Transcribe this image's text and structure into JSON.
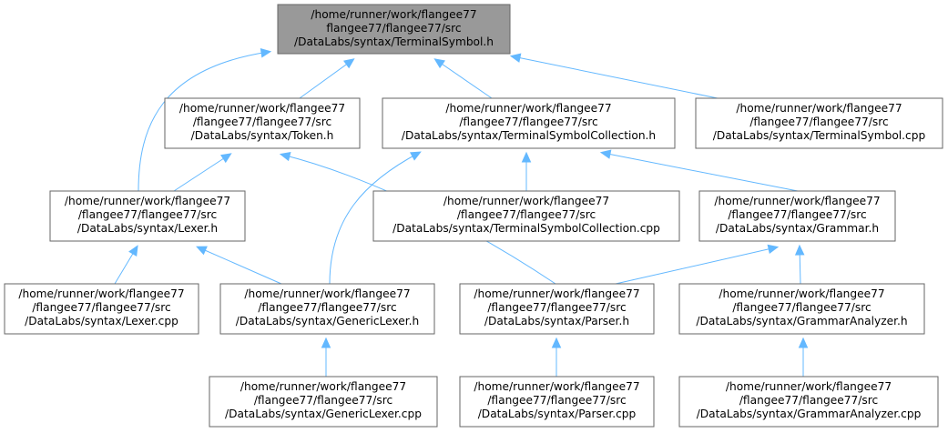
{
  "diagram": {
    "type": "include-dependency-graph",
    "colors": {
      "root_fill": "#999999",
      "node_fill": "#ffffff",
      "node_border": "#666666",
      "edge": "#63b8ff",
      "text": "#000000"
    },
    "nodes": [
      {
        "id": "terminal-symbol-h",
        "root": true,
        "lines": [
          "/home/runner/work/flangee77",
          "flangee77/flangee77/src",
          "/DataLabs/syntax/TerminalSymbol.h"
        ]
      },
      {
        "id": "token-h",
        "lines": [
          "/home/runner/work/flangee77",
          "/flangee77/flangee77/src",
          "/DataLabs/syntax/Token.h"
        ]
      },
      {
        "id": "terminal-symbol-collection-h",
        "lines": [
          "/home/runner/work/flangee77",
          "/flangee77/flangee77/src",
          "/DataLabs/syntax/TerminalSymbolCollection.h"
        ]
      },
      {
        "id": "terminal-symbol-cpp",
        "lines": [
          "/home/runner/work/flangee77",
          "/flangee77/flangee77/src",
          "/DataLabs/syntax/TerminalSymbol.cpp"
        ]
      },
      {
        "id": "lexer-h",
        "lines": [
          "/home/runner/work/flangee77",
          "/flangee77/flangee77/src",
          "/DataLabs/syntax/Lexer.h"
        ]
      },
      {
        "id": "terminal-symbol-collection-cpp",
        "lines": [
          "/home/runner/work/flangee77",
          "/flangee77/flangee77/src",
          "/DataLabs/syntax/TerminalSymbolCollection.cpp"
        ]
      },
      {
        "id": "grammar-h",
        "lines": [
          "/home/runner/work/flangee77",
          "/flangee77/flangee77/src",
          "/DataLabs/syntax/Grammar.h"
        ]
      },
      {
        "id": "lexer-cpp",
        "lines": [
          "/home/runner/work/flangee77",
          "/flangee77/flangee77/src",
          "/DataLabs/syntax/Lexer.cpp"
        ]
      },
      {
        "id": "generic-lexer-h",
        "lines": [
          "/home/runner/work/flangee77",
          "/flangee77/flangee77/src",
          "/DataLabs/syntax/GenericLexer.h"
        ]
      },
      {
        "id": "parser-h",
        "lines": [
          "/home/runner/work/flangee77",
          "/flangee77/flangee77/src",
          "/DataLabs/syntax/Parser.h"
        ]
      },
      {
        "id": "grammar-analyzer-h",
        "lines": [
          "/home/runner/work/flangee77",
          "/flangee77/flangee77/src",
          "/DataLabs/syntax/GrammarAnalyzer.h"
        ]
      },
      {
        "id": "generic-lexer-cpp",
        "lines": [
          "/home/runner/work/flangee77",
          "/flangee77/flangee77/src",
          "/DataLabs/syntax/GenericLexer.cpp"
        ]
      },
      {
        "id": "parser-cpp",
        "lines": [
          "/home/runner/work/flangee77",
          "/flangee77/flangee77/src",
          "/DataLabs/syntax/Parser.cpp"
        ]
      },
      {
        "id": "grammar-analyzer-cpp",
        "lines": [
          "/home/runner/work/flangee77",
          "/flangee77/flangee77/src",
          "/DataLabs/syntax/GrammarAnalyzer.cpp"
        ]
      }
    ],
    "edges": [
      {
        "from": "token-h",
        "to": "terminal-symbol-h"
      },
      {
        "from": "terminal-symbol-collection-h",
        "to": "terminal-symbol-h"
      },
      {
        "from": "terminal-symbol-cpp",
        "to": "terminal-symbol-h"
      },
      {
        "from": "lexer-h",
        "to": "terminal-symbol-h"
      },
      {
        "from": "lexer-h",
        "to": "token-h"
      },
      {
        "from": "parser-h",
        "to": "token-h"
      },
      {
        "from": "generic-lexer-h",
        "to": "terminal-symbol-collection-h"
      },
      {
        "from": "terminal-symbol-collection-cpp",
        "to": "terminal-symbol-collection-h"
      },
      {
        "from": "grammar-h",
        "to": "terminal-symbol-collection-h"
      },
      {
        "from": "lexer-cpp",
        "to": "lexer-h"
      },
      {
        "from": "generic-lexer-h",
        "to": "lexer-h"
      },
      {
        "from": "parser-h",
        "to": "grammar-h"
      },
      {
        "from": "grammar-analyzer-h",
        "to": "grammar-h"
      },
      {
        "from": "generic-lexer-cpp",
        "to": "generic-lexer-h"
      },
      {
        "from": "parser-cpp",
        "to": "parser-h"
      },
      {
        "from": "grammar-analyzer-cpp",
        "to": "grammar-analyzer-h"
      }
    ]
  }
}
